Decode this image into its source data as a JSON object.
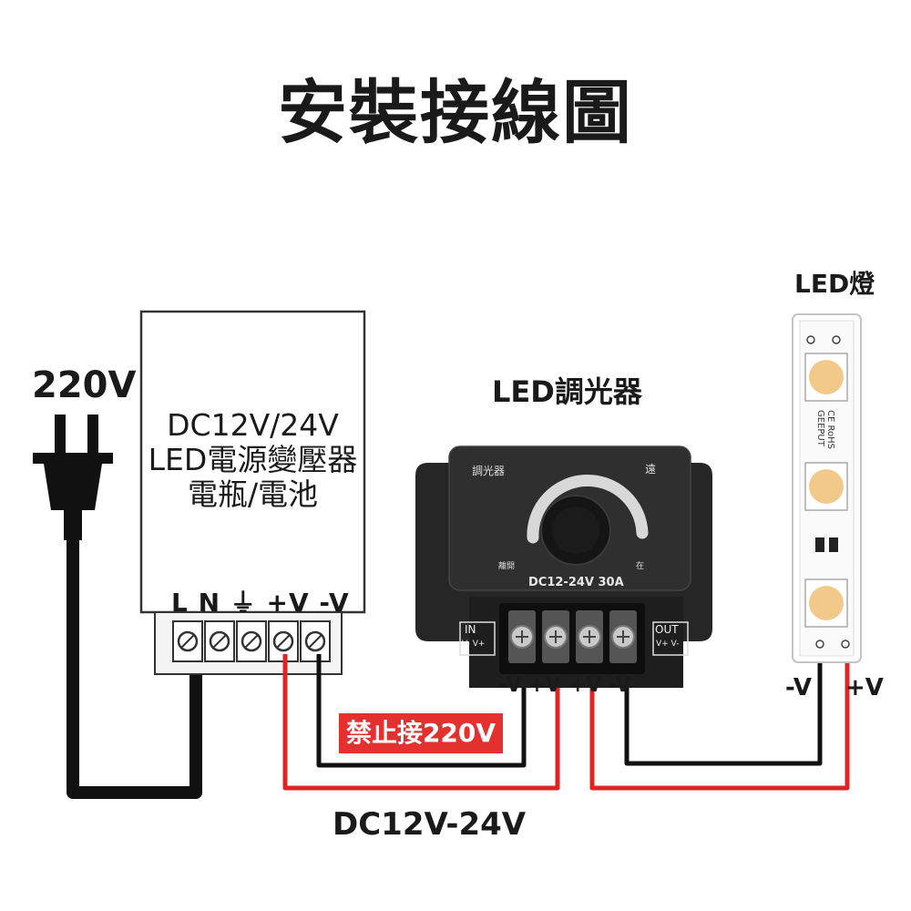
{
  "title": "安裝接線圖",
  "mains_label": "220V",
  "psu": {
    "lines": [
      "DC12V/24V",
      "LED電源變壓器",
      "電瓶/電池"
    ],
    "terminals": "L  N  ⏚ +V -V"
  },
  "dimmer": {
    "label": "LED調光器",
    "face_left": "調光器",
    "face_right": "遠",
    "face_off": "離開",
    "face_on": "在",
    "rating": "DC12-24V  30A",
    "in_label": "IN",
    "in_pins": "V- V+",
    "out_label": "OUT",
    "out_pins": "V+ V-",
    "in_wires": "-V +V",
    "out_wires": "+V -V"
  },
  "led": {
    "label": "LED燈",
    "print": "CE RoHS GEEPUT",
    "wire_neg": "-V",
    "wire_pos": "+V"
  },
  "warning": "禁止接220V",
  "dc_label": "DC12V-24V",
  "colors": {
    "wire_red": "#e02424",
    "wire_black": "#111111",
    "warning_bg": "#e53030",
    "dimmer_body": "#262626",
    "led_chip": "#f3c98a"
  }
}
